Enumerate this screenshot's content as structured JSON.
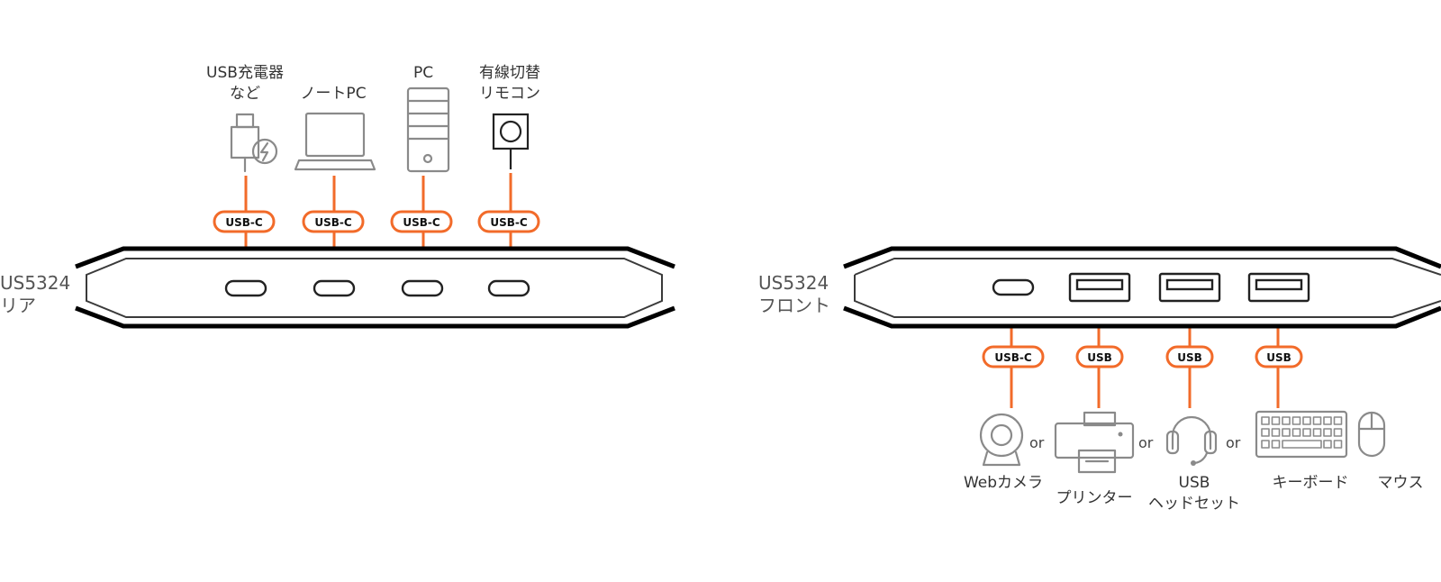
{
  "rear": {
    "label_line1": "US5324",
    "label_line2": "リア",
    "devices": [
      {
        "line1": "USB充電器",
        "line2": "など",
        "icon": "charger-icon",
        "badge": "USB-C"
      },
      {
        "line1": "ノートPC",
        "line2": "",
        "icon": "laptop-icon",
        "badge": "USB-C"
      },
      {
        "line1": "PC",
        "line2": "",
        "icon": "desktop-pc-icon",
        "badge": "USB-C"
      },
      {
        "line1": "有線切替",
        "line2": "リモコン",
        "icon": "remote-switch-icon",
        "badge": "USB-C"
      }
    ]
  },
  "front": {
    "label_line1": "US5324",
    "label_line2": "フロント",
    "ports": [
      {
        "badge": "USB-C",
        "port_type": "usb-c"
      },
      {
        "badge": "USB",
        "port_type": "usb-a"
      },
      {
        "badge": "USB",
        "port_type": "usb-a"
      },
      {
        "badge": "USB",
        "port_type": "usb-a"
      }
    ],
    "device_labels": {
      "webcam": "Webカメラ",
      "printer": "プリンター",
      "headset_line1": "USB",
      "headset_line2": "ヘッドセット",
      "keyboard": "キーボード",
      "mouse": "マウス"
    },
    "or_text": "or"
  },
  "colors": {
    "accent": "#f26b2a",
    "icon_gray": "#8a8a8a",
    "outline": "#000000"
  }
}
